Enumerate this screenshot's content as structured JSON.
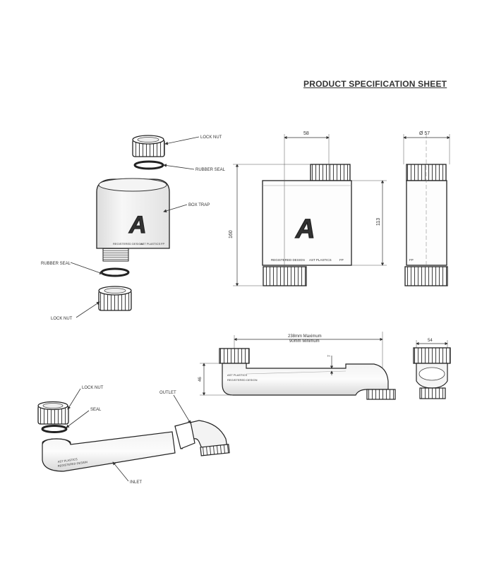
{
  "title": "PRODUCT SPECIFICATION SHEET",
  "callouts": {
    "top_lock_nut": "LOCK NUT",
    "top_rubber_seal": "RUBBER SEAL",
    "box_trap": "BOX TRAP",
    "bottom_rubber_seal": "RUBBER SEAL",
    "bottom_lock_nut": "LOCK NUT",
    "pipe_lock_nut": "LOCK NUT",
    "pipe_seal": "SEAL",
    "outlet": "OUTLET",
    "inlet": "INLET"
  },
  "dimensions": {
    "width_top": "58",
    "diameter": "Ø 57",
    "height_total": "160",
    "height_body": "113",
    "length_max": "238mm Maximum",
    "length_min": "90mm Minimum",
    "pipe_height": "46",
    "pipe_drop": "7",
    "outlet_width": "54"
  },
  "product_marks": {
    "logo_letter": "A",
    "registered": "REGISTERED DESIGN",
    "brand": "AST PLASTICS",
    "code": "FP"
  }
}
